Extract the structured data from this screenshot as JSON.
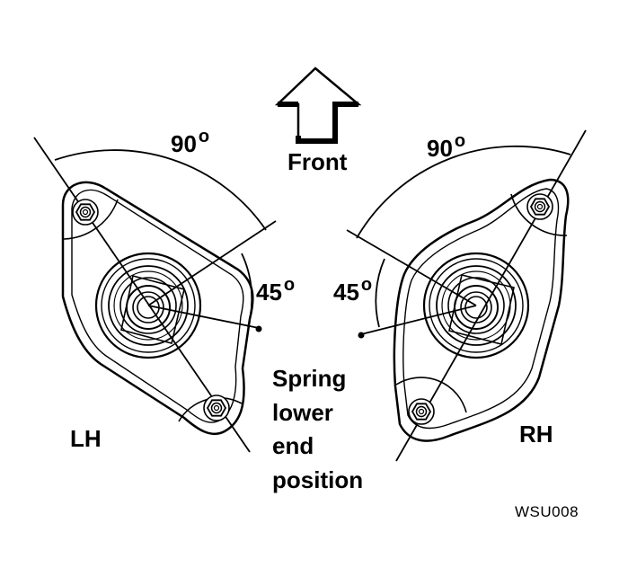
{
  "labels": {
    "front": "Front",
    "lh": "LH",
    "rh": "RH",
    "spring_lines": [
      "Spring",
      "lower",
      "end",
      "position"
    ],
    "figure_code": "WSU008"
  },
  "angles": {
    "left_top": {
      "value": "90",
      "unit": "o"
    },
    "left_side": {
      "value": "45",
      "unit": "o"
    },
    "right_top": {
      "value": "90",
      "unit": "o"
    },
    "right_side": {
      "value": "45",
      "unit": "o"
    }
  },
  "colors": {
    "ink": "#000000",
    "paper": "#ffffff"
  },
  "icons": [
    "front-arrow-icon",
    "mounting-stud-icon"
  ]
}
